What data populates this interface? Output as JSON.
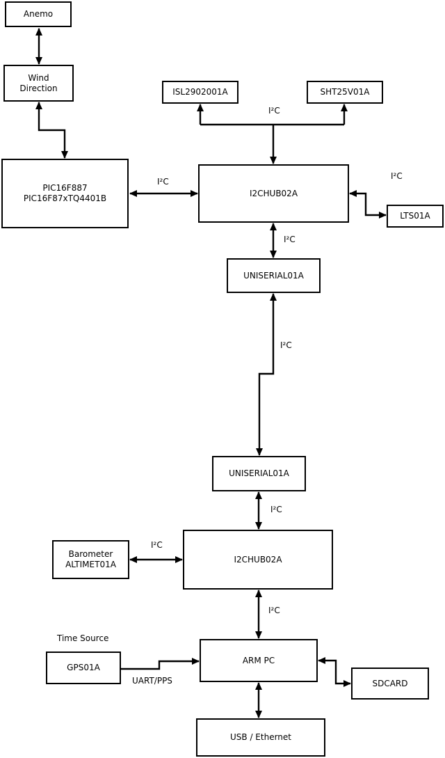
{
  "background": "#ffffff",
  "line_color": "#000000",
  "boxes": {
    "anemo": {
      "label": "Anemo"
    },
    "wind_direction": {
      "line1": "Wind",
      "line2": "Direction"
    },
    "pic": {
      "line1": "PIC16F887",
      "line2": "PIC16F87xTQ4401B"
    },
    "isl": {
      "label": "ISL2902001A"
    },
    "sht": {
      "label": "SHT25V01A"
    },
    "i2c_hub_upper": {
      "label": "I2CHUB02A"
    },
    "lts": {
      "label": "LTS01A"
    },
    "uniserial_upper": {
      "label": "UNISERIAL01A"
    },
    "uniserial_lower": {
      "label": "UNISERIAL01A"
    },
    "i2c_hub_lower": {
      "label": "I2CHUB02A"
    },
    "barometer": {
      "line1": "Barometer",
      "line2": "ALTIMET01A"
    },
    "gps": {
      "label": "GPS01A"
    },
    "arm_pc": {
      "label": "ARM PC"
    },
    "sdcard": {
      "label": "SDCARD"
    },
    "usb_ethernet": {
      "label": "USB / Ethernet"
    }
  },
  "edge_labels": {
    "sensors_bus": "I²C",
    "pic_bus": "I²C",
    "lts_bus": "I²C",
    "hub_upper_uniserial": "I²C",
    "uniserial_link": "I²C",
    "uniserial_hub_lower": "I²C",
    "barometer_bus": "I²C",
    "hub_lower_arm": "I²C",
    "time_source": "Time Source",
    "uart_pps": "UART/PPS"
  }
}
